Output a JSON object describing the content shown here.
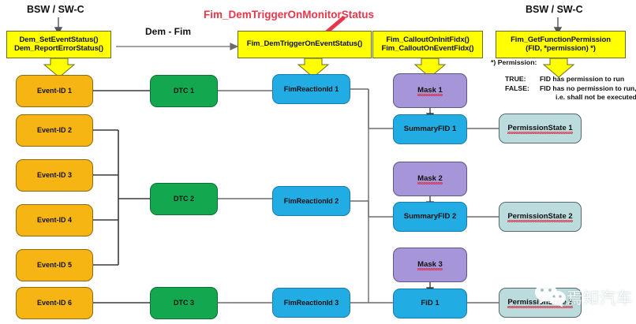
{
  "diagram": {
    "title_labels": {
      "bsw_left": "BSW / SW-C",
      "bsw_right": "BSW / SW-C",
      "dem_fim": "Dem - Fim",
      "red_callout": "Fim_DemTriggerOnMonitorStatus"
    },
    "api_boxes": [
      {
        "name": "dem-api-box",
        "lines": [
          "Dem_SetEventStatus()",
          "Dem_ReportErrorStatus()"
        ]
      },
      {
        "name": "fim-trigger-box",
        "lines": [
          "Fim_DemTriggerOnEventStatus()"
        ]
      },
      {
        "name": "fim-callout-box",
        "lines": [
          "Fim_CalloutOnInitFidx()",
          "Fim_CalloutOnEventFidx()"
        ]
      },
      {
        "name": "fim-permission-box",
        "lines": [
          "Fim_GetFunctionPermission",
          "(FID, *permission)  *)"
        ]
      }
    ],
    "permission_note": {
      "heading": "*) Permission:",
      "rows": [
        {
          "key": "TRUE:",
          "value": "FID has permission to run"
        },
        {
          "key": "FALSE:",
          "value": "FID has no permission to run,"
        },
        {
          "key": "",
          "value": "i.e. shall not be executed"
        }
      ]
    },
    "events": [
      {
        "label": "Event-ID 1"
      },
      {
        "label": "Event-ID 2"
      },
      {
        "label": "Event-ID 3"
      },
      {
        "label": "Event-ID 4"
      },
      {
        "label": "Event-ID 5"
      },
      {
        "label": "Event-ID 6"
      }
    ],
    "dtcs": [
      {
        "label": "DTC 1"
      },
      {
        "label": "DTC 2"
      },
      {
        "label": "DTC 3"
      }
    ],
    "reactions": [
      {
        "label": "FimReactionId 1"
      },
      {
        "label": "FimReactionId 2"
      },
      {
        "label": "FimReactionId 3"
      }
    ],
    "masks": [
      {
        "label": "Mask 1"
      },
      {
        "label": "Mask 2"
      },
      {
        "label": "Mask 3"
      }
    ],
    "fids": [
      {
        "label": "SummaryFID 1"
      },
      {
        "label": "SummaryFID 2"
      },
      {
        "label": "FiD 1"
      }
    ],
    "permission_states": [
      {
        "label": "PermissionState 1"
      },
      {
        "label": "PermissionState 2"
      },
      {
        "label": "PermissionState 3"
      }
    ],
    "watermark": {
      "text": "焉知汽车",
      "icon": "wechat-icon"
    },
    "colors": {
      "api": "#ffff00",
      "event": "#f6b512",
      "dtc": "#13a84f",
      "reaction": "#22ace4",
      "mask": "#a695d8",
      "fid": "#22ace4",
      "permission_state": "#bcdbdd",
      "accent_red": "#e8374a"
    }
  }
}
